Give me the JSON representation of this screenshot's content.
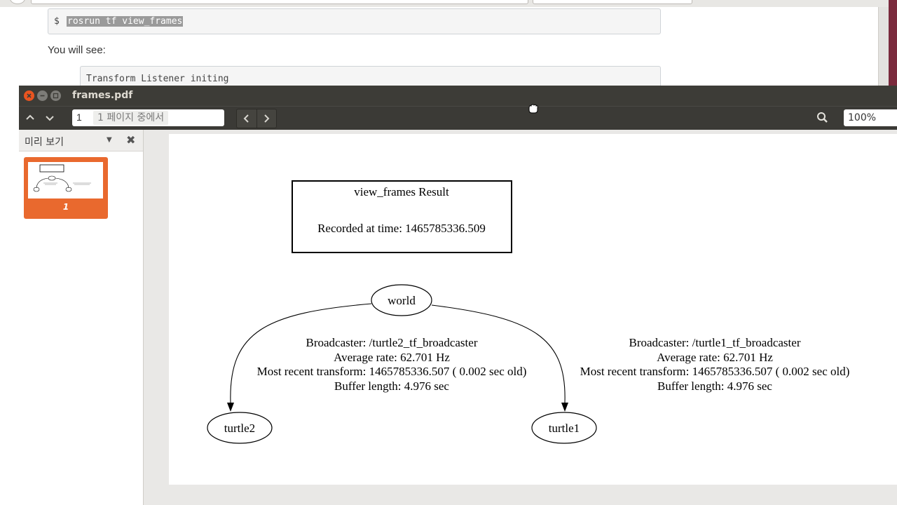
{
  "browser": {
    "code_prompt": "$",
    "code_command": "rosrun tf view_frames",
    "you_will_see": "You will see:",
    "output_line": "Transform Listener initing"
  },
  "window": {
    "title": "frames.pdf"
  },
  "toolbar": {
    "page_value": "1",
    "page_of": "1 페이지 중에서",
    "zoom": "100%",
    "icons": [
      "chevron-up-icon",
      "chevron-down-icon",
      "chevron-left-icon",
      "chevron-right-icon",
      "search-icon"
    ]
  },
  "sidebar": {
    "title": "미리 보기",
    "thumb_label": "1",
    "accent": "#e9692e"
  },
  "pdf": {
    "result_title": "view_frames Result",
    "recorded": "Recorded at time: 1465785336.509",
    "nodes": {
      "world": "world",
      "turtle2": "turtle2",
      "turtle1": "turtle1"
    },
    "edge_left": {
      "broadcaster": "Broadcaster: /turtle2_tf_broadcaster",
      "rate": "Average rate: 62.701 Hz",
      "recent": "Most recent transform: 1465785336.507 ( 0.002 sec old)",
      "buffer": "Buffer length: 4.976 sec"
    },
    "edge_right": {
      "broadcaster": "Broadcaster: /turtle1_tf_broadcaster",
      "rate": "Average rate: 62.701 Hz",
      "recent": "Most recent transform: 1465785336.507 ( 0.002 sec old)",
      "buffer": "Buffer length: 4.976 sec"
    }
  }
}
